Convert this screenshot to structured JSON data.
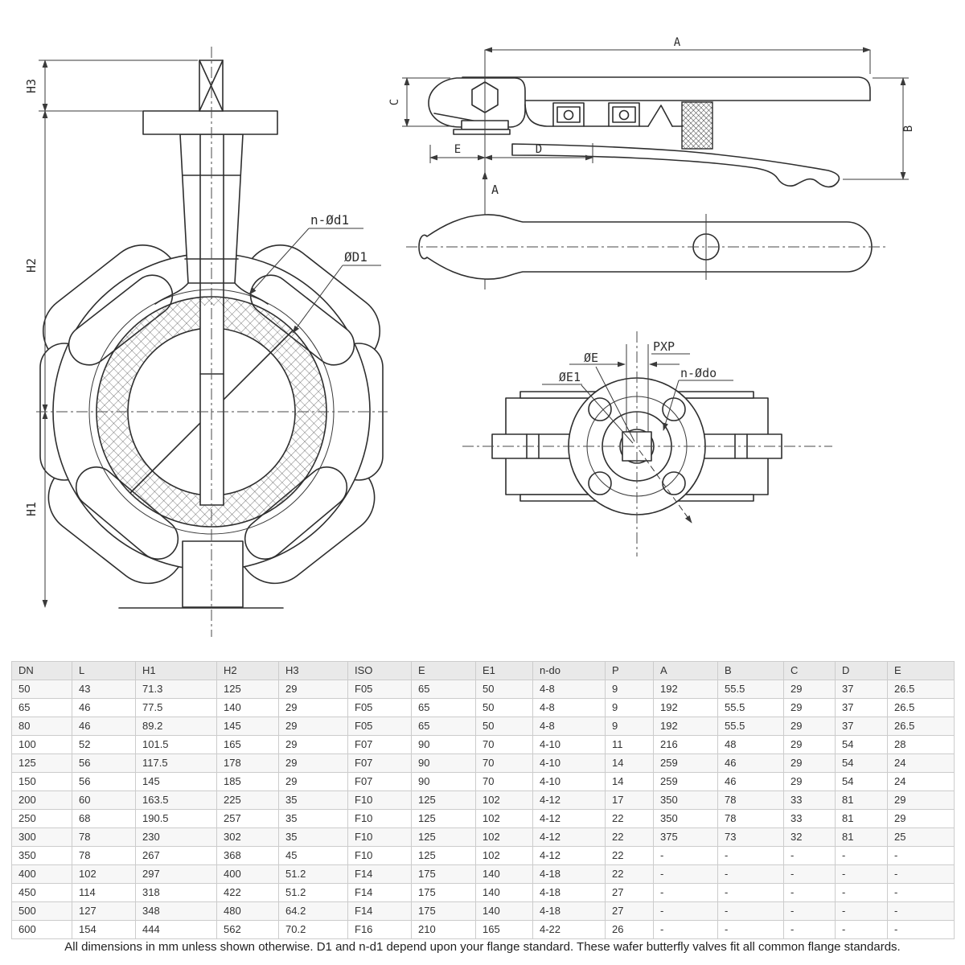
{
  "front_view": {
    "labels": {
      "h3": "H3",
      "h2": "H2",
      "h1": "H1",
      "flange_holes": "n-Ød1",
      "disc_diameter": "ØD1"
    }
  },
  "handle_side_view": {
    "labels": {
      "length_a": "A",
      "height_b": "B",
      "height_c": "C",
      "offset_e": "E",
      "offset_d": "D",
      "section_arrow": "A"
    }
  },
  "valve_top_view": {
    "labels": {
      "stem_diameter": "ØE",
      "stem_diameter_e1": "ØE1",
      "stem_square": "PXP",
      "mount_holes": "n-Ødo"
    }
  },
  "table": {
    "headers": [
      "DN",
      "L",
      "H1",
      "H2",
      "H3",
      "ISO",
      "E",
      "E1",
      "n-do",
      "P",
      "A",
      "B",
      "C",
      "D",
      "E"
    ],
    "rows": [
      [
        "50",
        "43",
        "71.3",
        "125",
        "29",
        "F05",
        "65",
        "50",
        "4-8",
        "9",
        "192",
        "55.5",
        "29",
        "37",
        "26.5"
      ],
      [
        "65",
        "46",
        "77.5",
        "140",
        "29",
        "F05",
        "65",
        "50",
        "4-8",
        "9",
        "192",
        "55.5",
        "29",
        "37",
        "26.5"
      ],
      [
        "80",
        "46",
        "89.2",
        "145",
        "29",
        "F05",
        "65",
        "50",
        "4-8",
        "9",
        "192",
        "55.5",
        "29",
        "37",
        "26.5"
      ],
      [
        "100",
        "52",
        "101.5",
        "165",
        "29",
        "F07",
        "90",
        "70",
        "4-10",
        "11",
        "216",
        "48",
        "29",
        "54",
        "28"
      ],
      [
        "125",
        "56",
        "117.5",
        "178",
        "29",
        "F07",
        "90",
        "70",
        "4-10",
        "14",
        "259",
        "46",
        "29",
        "54",
        "24"
      ],
      [
        "150",
        "56",
        "145",
        "185",
        "29",
        "F07",
        "90",
        "70",
        "4-10",
        "14",
        "259",
        "46",
        "29",
        "54",
        "24"
      ],
      [
        "200",
        "60",
        "163.5",
        "225",
        "35",
        "F10",
        "125",
        "102",
        "4-12",
        "17",
        "350",
        "78",
        "33",
        "81",
        "29"
      ],
      [
        "250",
        "68",
        "190.5",
        "257",
        "35",
        "F10",
        "125",
        "102",
        "4-12",
        "22",
        "350",
        "78",
        "33",
        "81",
        "29"
      ],
      [
        "300",
        "78",
        "230",
        "302",
        "35",
        "F10",
        "125",
        "102",
        "4-12",
        "22",
        "375",
        "73",
        "32",
        "81",
        "25"
      ],
      [
        "350",
        "78",
        "267",
        "368",
        "45",
        "F10",
        "125",
        "102",
        "4-12",
        "22",
        "-",
        "-",
        "-",
        "-",
        "-"
      ],
      [
        "400",
        "102",
        "297",
        "400",
        "51.2",
        "F14",
        "175",
        "140",
        "4-18",
        "22",
        "-",
        "-",
        "-",
        "-",
        "-"
      ],
      [
        "450",
        "114",
        "318",
        "422",
        "51.2",
        "F14",
        "175",
        "140",
        "4-18",
        "27",
        "-",
        "-",
        "-",
        "-",
        "-"
      ],
      [
        "500",
        "127",
        "348",
        "480",
        "64.2",
        "F14",
        "175",
        "140",
        "4-18",
        "27",
        "-",
        "-",
        "-",
        "-",
        "-"
      ],
      [
        "600",
        "154",
        "444",
        "562",
        "70.2",
        "F16",
        "210",
        "165",
        "4-22",
        "26",
        "-",
        "-",
        "-",
        "-",
        "-"
      ]
    ]
  },
  "footnote": "All dimensions in mm unless shown otherwise. D1 and n-d1 depend upon your flange standard. These wafer butterfly valves fit all common flange standards.",
  "colors": {
    "line": "#2e2e2e",
    "table_border": "#cccccc",
    "table_header_bg": "#e9e9e9",
    "table_alt_row_bg": "#f7f7f7",
    "text": "#333333"
  }
}
